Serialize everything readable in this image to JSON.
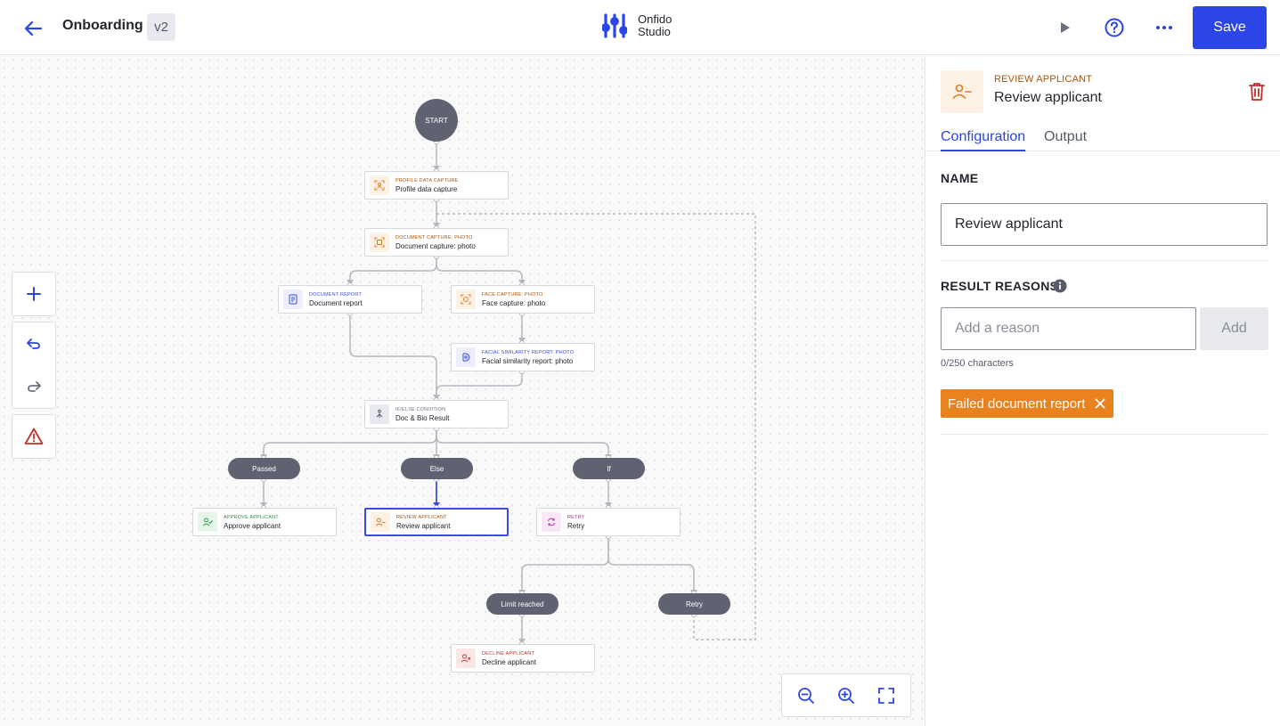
{
  "header": {
    "title": "Onboarding",
    "version": "v2",
    "logo_line1": "Onfido",
    "logo_line2": "Studio",
    "save_label": "Save",
    "accent_color": "#2b45e8"
  },
  "canvas": {
    "start_label": "START",
    "nodes": {
      "profile": {
        "type": "PROFILE DATA CAPTURE",
        "name": "Profile data capture",
        "icon": "user-scan-icon"
      },
      "doc_capture": {
        "type": "DOCUMENT CAPTURE: PHOTO",
        "name": "Document capture: photo",
        "icon": "scan-icon"
      },
      "doc_report": {
        "type": "DOCUMENT REPORT",
        "name": "Document report",
        "icon": "document-icon"
      },
      "face_capture": {
        "type": "FACE CAPTURE: PHOTO",
        "name": "Face capture: photo",
        "icon": "face-scan-icon"
      },
      "facial_sim": {
        "type": "FACIAL SIMILARITY REPORT: PHOTO",
        "name": "Facial similarity report: photo",
        "icon": "face-report-icon"
      },
      "ifelse": {
        "type": "IF/ELSE CONDITION",
        "name": "Doc & Bio Result",
        "icon": "branch-icon"
      },
      "approve": {
        "type": "APPROVE APPLICANT",
        "name": "Approve applicant",
        "icon": "user-check-icon"
      },
      "review": {
        "type": "REVIEW APPLICANT",
        "name": "Review applicant",
        "icon": "user-minus-icon"
      },
      "retry": {
        "type": "RETRY",
        "name": "Retry",
        "icon": "retry-icon"
      },
      "decline": {
        "type": "DECLINE APPLICANT",
        "name": "Decline applicant",
        "icon": "user-x-icon"
      }
    },
    "branches": {
      "passed": "Passed",
      "else": "Else",
      "if": "If",
      "limit": "Limit reached",
      "retry": "Retry"
    }
  },
  "panel": {
    "node_type": "REVIEW APPLICANT",
    "node_name": "Review applicant",
    "tabs": [
      {
        "label": "Configuration",
        "active": true
      },
      {
        "label": "Output",
        "active": false
      }
    ],
    "name_label": "NAME",
    "name_value": "Review applicant",
    "reasons_label": "RESULT REASONS",
    "reason_placeholder": "Add a reason",
    "add_label": "Add",
    "char_count": "0/250 characters",
    "reasons": [
      "Failed document report"
    ]
  }
}
